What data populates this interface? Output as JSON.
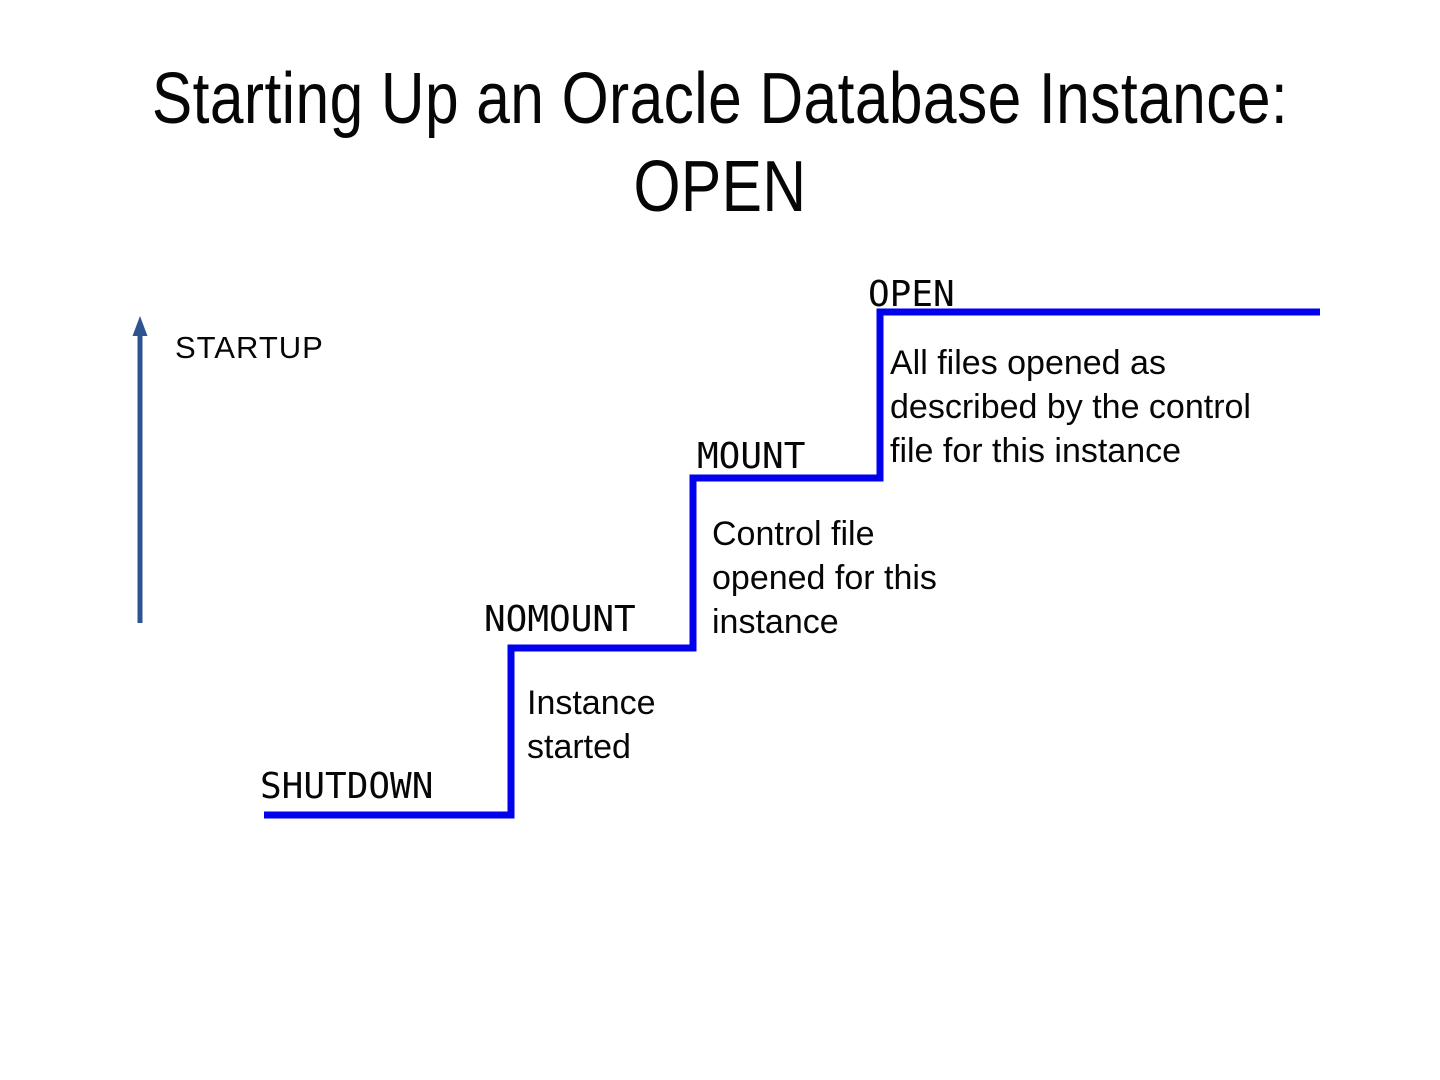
{
  "title": {
    "line1": "Starting Up an Oracle Database Instance:",
    "line2": "OPEN"
  },
  "diagram": {
    "startup_label": "STARTUP",
    "colors": {
      "staircase": "#0101ee",
      "arrow": "#2e5490"
    },
    "states": [
      {
        "label": "SHUTDOWN",
        "note": ""
      },
      {
        "label": "NOMOUNT",
        "note": "Instance\nstarted"
      },
      {
        "label": "MOUNT",
        "note": "Control file\nopened for this\ninstance"
      },
      {
        "label": "OPEN",
        "note": "All files opened as\ndescribed by the control\nfile for this instance"
      }
    ]
  }
}
